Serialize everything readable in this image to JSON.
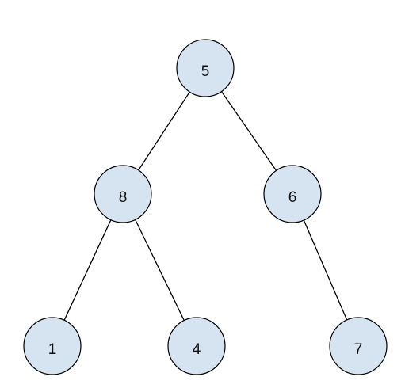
{
  "tree": {
    "node_fill": "#d6e3f1",
    "node_stroke": "#000000",
    "edge_color": "#000000",
    "nodes": [
      {
        "id": "n5",
        "label": "5"
      },
      {
        "id": "n8",
        "label": "8"
      },
      {
        "id": "n6",
        "label": "6"
      },
      {
        "id": "n1",
        "label": "1"
      },
      {
        "id": "n4",
        "label": "4"
      },
      {
        "id": "n7",
        "label": "7"
      }
    ],
    "edges": [
      {
        "from": "n5",
        "to": "n8"
      },
      {
        "from": "n5",
        "to": "n6"
      },
      {
        "from": "n8",
        "to": "n1"
      },
      {
        "from": "n8",
        "to": "n4"
      },
      {
        "from": "n6",
        "to": "n7"
      }
    ]
  }
}
